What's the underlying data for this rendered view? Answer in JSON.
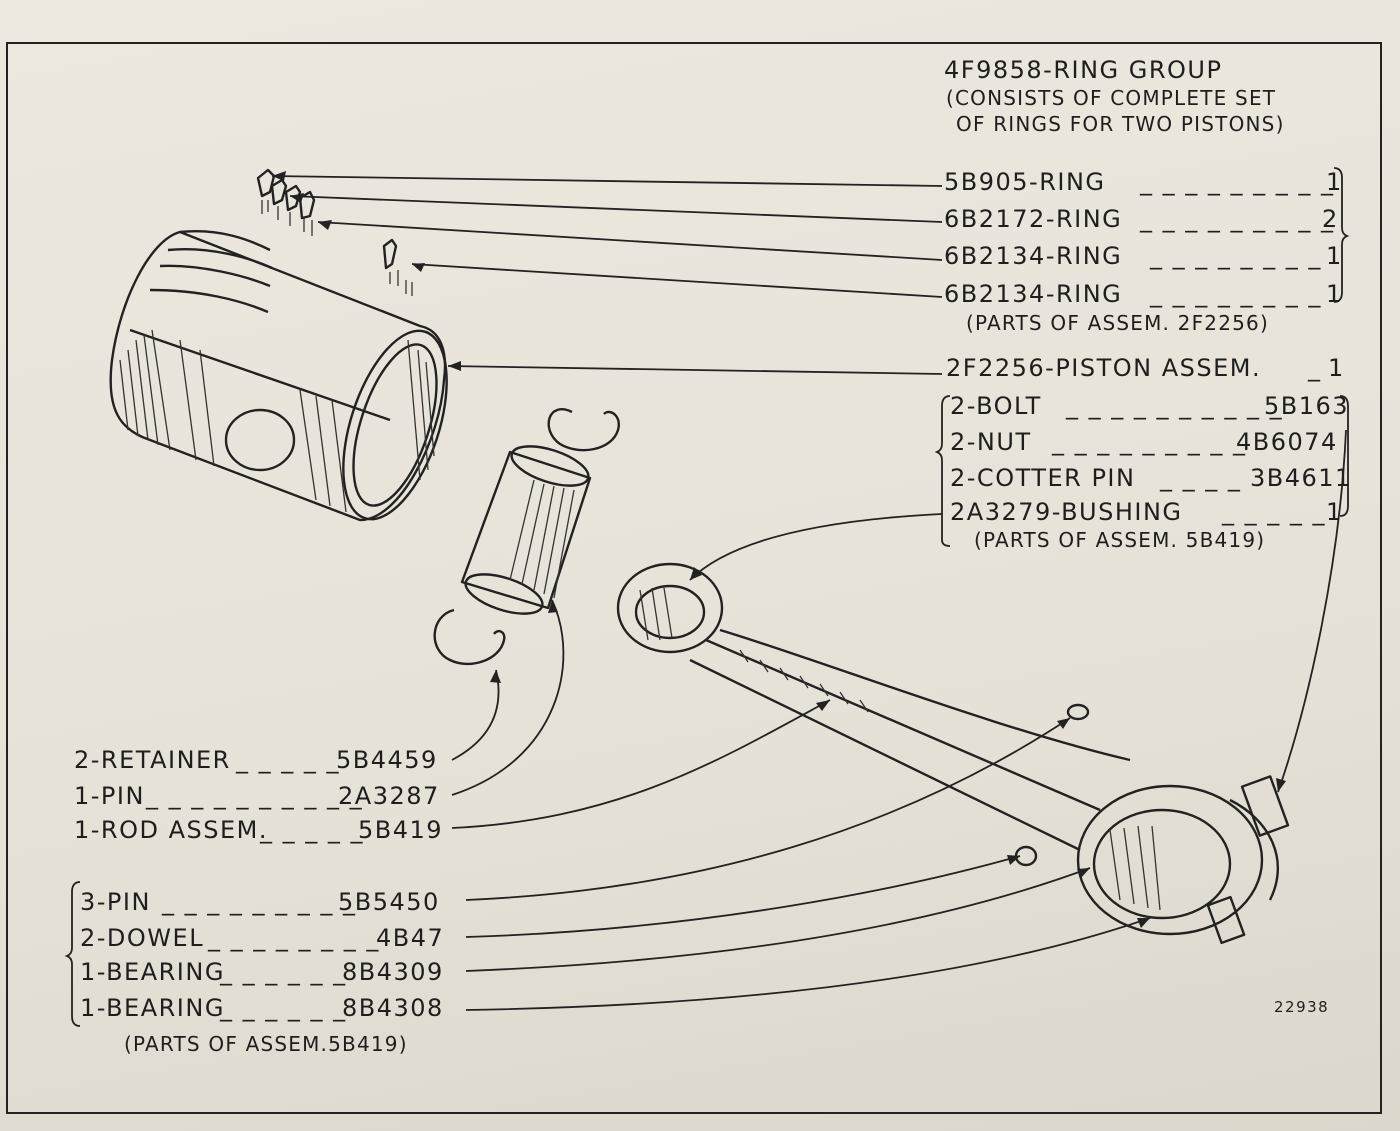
{
  "ring_group": {
    "title": "4F9858-RING GROUP",
    "note_line1": "(CONSISTS OF COMPLETE SET",
    "note_line2": "OF RINGS FOR TWO PISTONS)"
  },
  "rings": [
    {
      "label": "5B905-RING",
      "qty": "1"
    },
    {
      "label": "6B2172-RING",
      "qty": "2"
    },
    {
      "label": "6B2134-RING",
      "qty": "1"
    },
    {
      "label": "6B2134-RING",
      "qty": "1"
    }
  ],
  "rings_note": "(PARTS OF ASSEM. 2F2256)",
  "piston": {
    "label": "2F2256-PISTON ASSEM.",
    "qty": "1"
  },
  "piston_parts": [
    {
      "label": "2-BOLT",
      "part": "5B163"
    },
    {
      "label": "2-NUT",
      "part": "4B6074"
    },
    {
      "label": "2-COTTER PIN",
      "part": "3B4611"
    },
    {
      "label": "2A3279-BUSHING",
      "part": "1"
    }
  ],
  "piston_parts_note": "(PARTS OF ASSEM. 5B419)",
  "left_parts": [
    {
      "label": "2-RETAINER",
      "part": "5B4459"
    },
    {
      "label": "1-PIN",
      "part": "2A3287"
    },
    {
      "label": "1-ROD ASSEM.",
      "part": "5B419"
    }
  ],
  "bottom_parts": [
    {
      "label": "3-PIN",
      "part": "5B5450"
    },
    {
      "label": "2-DOWEL",
      "part": "4B47"
    },
    {
      "label": "1-BEARING",
      "part": "8B4309"
    },
    {
      "label": "1-BEARING",
      "part": "8B4308"
    }
  ],
  "bottom_parts_note": "(PARTS OF ASSEM.5B419)",
  "figure_number": "22938"
}
